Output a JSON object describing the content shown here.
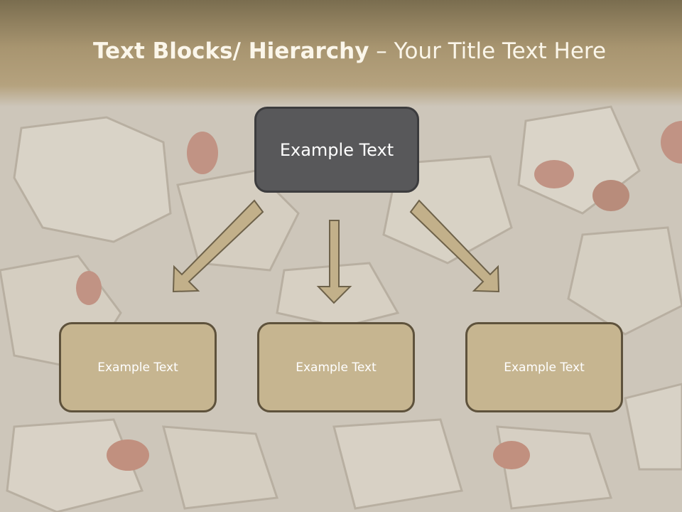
{
  "title": {
    "bold": "Text Blocks/ Hierarchy",
    "separator": " – ",
    "regular": "Your Title Text Here"
  },
  "hierarchy": {
    "top": {
      "label": "Example Text"
    },
    "children": [
      {
        "label": "Example Text"
      },
      {
        "label": "Example Text"
      },
      {
        "label": "Example Text"
      }
    ]
  },
  "colors": {
    "title_band": "#a89570",
    "top_box": "#58585a",
    "child_box": "#c6b590",
    "box_border": "#5e523c",
    "arrow_fill": "#c2b08a",
    "arrow_stroke": "#6e624a"
  }
}
